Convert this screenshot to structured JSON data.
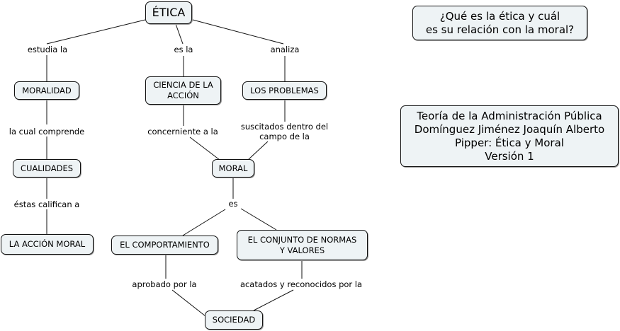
{
  "nodes": {
    "etica": "ÉTICA",
    "moralidad": "MORALIDAD",
    "ciencia": "CIENCIA DE LA\nACCIÓN",
    "problemas": "LOS PROBLEMAS",
    "cualidades": "CUALIDADES",
    "moral": "MORAL",
    "accion_moral": "LA ACCIÓN MORAL",
    "comportamiento": "EL COMPORTAMIENTO",
    "conjunto": "EL CONJUNTO DE NORMAS\nY VALORES",
    "sociedad": "SOCIEDAD"
  },
  "links": {
    "estudia": "estudia la",
    "es_la": "es la",
    "analiza": "analiza",
    "comprende": "la cual comprende",
    "concerniente": "concerniente a la",
    "suscitados": "suscitados dentro del\ncampo de la",
    "califican": "éstas califican a",
    "es": "es",
    "aprobado": "aprobado por la",
    "acatados": "acatados y reconocidos por la"
  },
  "question": "¿Qué es la ética y cuál\nes su relación con la moral?",
  "info": "Teoría de la Administración Pública\nDomínguez Jiménez Joaquín Alberto\nPipper: Ética y Moral\nVersión 1"
}
